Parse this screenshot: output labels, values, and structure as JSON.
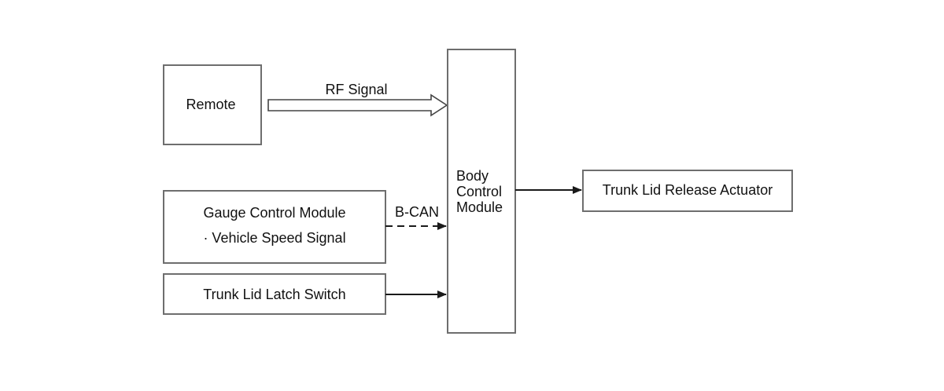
{
  "nodes": {
    "remote": {
      "label": "Remote"
    },
    "gauge": {
      "line1": "Gauge Control Module",
      "line2": "· Vehicle Speed Signal"
    },
    "latch": {
      "label": "Trunk Lid Latch Switch"
    },
    "bcm": {
      "line1": "Body",
      "line2": "Control",
      "line3": "Module"
    },
    "actuator": {
      "label": "Trunk Lid Release Actuator"
    }
  },
  "edges": {
    "rf": {
      "label": "RF Signal"
    },
    "bcan": {
      "label": "B-CAN"
    }
  },
  "colors": {
    "border": "#6e6e6e",
    "line": "#1a1a1a",
    "text": "#111111"
  }
}
